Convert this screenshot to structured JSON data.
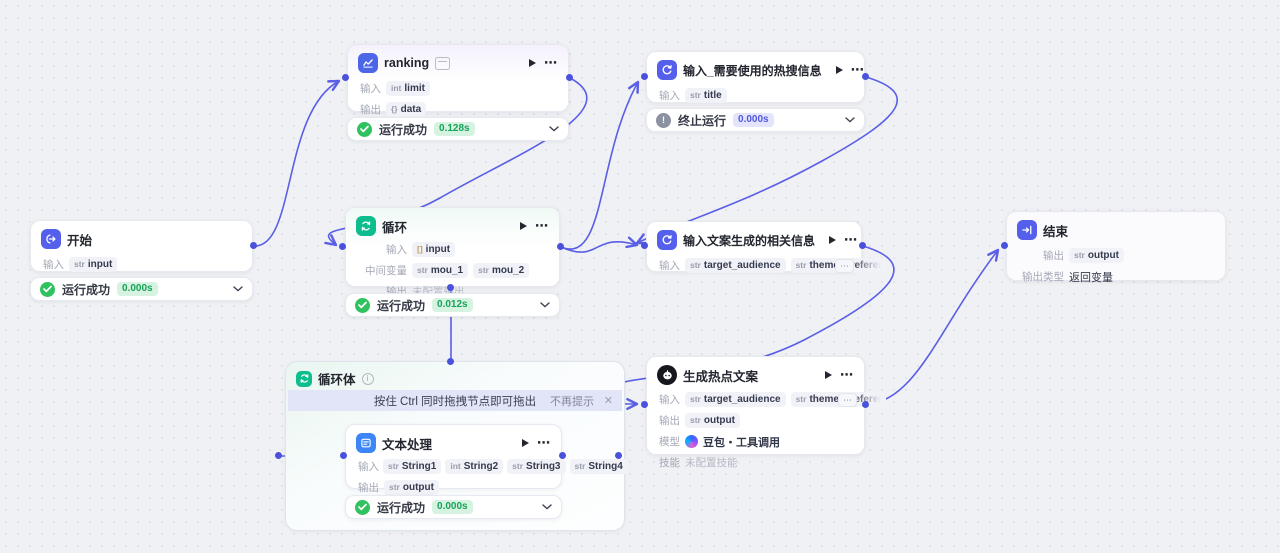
{
  "ui": {
    "more": "⋯",
    "overflow": "⋯",
    "close": "✕",
    "info_glyph": "i",
    "warn_glyph": "!"
  },
  "nodes": {
    "start": {
      "title": "开始",
      "input_label": "输入",
      "inputs": [
        {
          "type": "str",
          "name": "input"
        }
      ],
      "status": {
        "label": "运行成功",
        "time": "0.000s"
      }
    },
    "ranking": {
      "title": "ranking",
      "input_label": "输入",
      "output_label": "输出",
      "inputs": [
        {
          "type": "int",
          "name": "limit"
        }
      ],
      "outputs": [
        {
          "type": "{}",
          "name": "data"
        }
      ],
      "status": {
        "label": "运行成功",
        "time": "0.128s"
      }
    },
    "hotsearch": {
      "title": "输入_需要使用的热搜信息",
      "input_label": "输入",
      "inputs": [
        {
          "type": "str",
          "name": "title"
        }
      ],
      "status": {
        "label": "终止运行",
        "time": "0.000s"
      }
    },
    "loop": {
      "title": "循环",
      "input_label": "输入",
      "mid_label": "中间变量",
      "output_label": "输出",
      "inputs": [
        {
          "type": "[]",
          "name": "input"
        }
      ],
      "mids": [
        {
          "type": "str",
          "name": "mou_1"
        },
        {
          "type": "str",
          "name": "mou_2"
        }
      ],
      "output_empty": "未配置输出",
      "status": {
        "label": "运行成功",
        "time": "0.012s"
      }
    },
    "info": {
      "title": "输入文案生成的相关信息",
      "input_label": "输入",
      "inputs": [
        {
          "type": "str",
          "name": "target_audience"
        },
        {
          "type": "str",
          "name": "theme_preference"
        }
      ]
    },
    "end": {
      "title": "结束",
      "output_label": "输出",
      "type_label": "输出类型",
      "type_value": "返回变量",
      "outputs": [
        {
          "type": "str",
          "name": "output"
        }
      ]
    },
    "loopbody": {
      "title": "循环体",
      "banner": {
        "text": "按住 Ctrl 同时拖拽节点即可拖出",
        "dismiss": "不再提示"
      }
    },
    "textproc": {
      "title": "文本处理",
      "input_label": "输入",
      "output_label": "输出",
      "inputs": [
        {
          "type": "str",
          "name": "String1"
        },
        {
          "type": "int",
          "name": "String2"
        },
        {
          "type": "str",
          "name": "String3"
        },
        {
          "type": "str",
          "name": "String4"
        }
      ],
      "outputs": [
        {
          "type": "str",
          "name": "output"
        }
      ],
      "status": {
        "label": "运行成功",
        "time": "0.000s"
      }
    },
    "llm": {
      "title": "生成热点文案",
      "input_label": "输入",
      "output_label": "输出",
      "model_label": "模型",
      "skill_label": "技能",
      "inputs": [
        {
          "type": "str",
          "name": "target_audience"
        },
        {
          "type": "str",
          "name": "theme_preference"
        }
      ],
      "outputs": [
        {
          "type": "str",
          "name": "output"
        }
      ],
      "model": "豆包・工具调用",
      "skill_empty": "未配置技能"
    }
  },
  "edges": [
    {
      "from": "开始",
      "to": "ranking"
    },
    {
      "from": "ranking",
      "to": "循环"
    },
    {
      "from": "循环",
      "to": "输入_需要使用的热搜信息"
    },
    {
      "from": "循环",
      "to": "输入文案生成的相关信息"
    },
    {
      "from": "输入_需要使用的热搜信息",
      "to": "输入文案生成的相关信息"
    },
    {
      "from": "输入文案生成的相关信息",
      "to": "生成热点文案"
    },
    {
      "from": "循环",
      "to": "循环体"
    },
    {
      "from": "循环体",
      "to": "文本处理"
    },
    {
      "from": "文本处理",
      "to": "循环体"
    },
    {
      "from": "生成热点文案",
      "to": "结束"
    }
  ],
  "colors": {
    "edge": "#5a5fe6",
    "port": "#4a51dd",
    "success": "#2fc25f",
    "canvas": "#f0f1f4"
  }
}
